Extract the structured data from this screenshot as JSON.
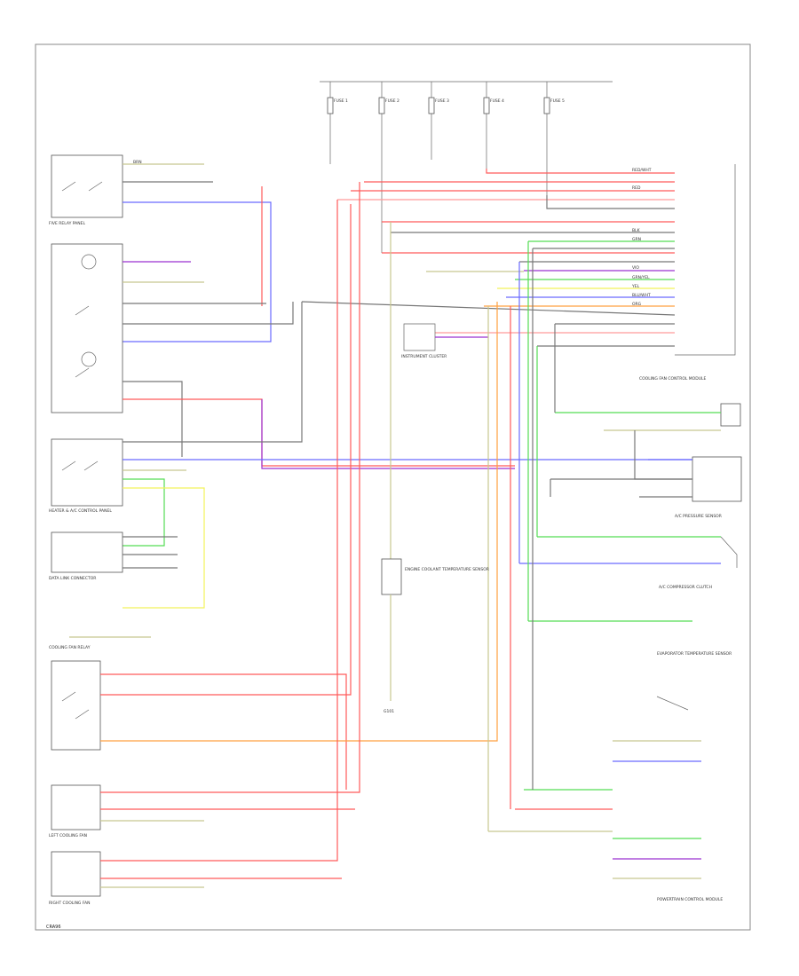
{
  "page_code": "CRA96",
  "components": {
    "relay_panel": "FIVE RELAY PANEL",
    "instrument_cluster": "INSTRUMENT CLUSTER",
    "heater_control_panel": "HEATER & A/C CONTROL PANEL",
    "pressure_sensor": "A/C PRESSURE SENSOR",
    "compressor_clutch": "A/C COMPRESSOR CLUTCH",
    "left_fan": "LEFT COOLING FAN",
    "right_fan": "RIGHT COOLING FAN",
    "coolant_temp_sensor": "ENGINE COOLANT TEMPERATURE SENSOR",
    "evap_sensor": "EVAPORATOR TEMPERATURE SENSOR",
    "dlc": "DATA LINK CONNECTOR",
    "pcm": "POWERTRAIN CONTROL MODULE",
    "cooling_fan_control_module": "COOLING FAN CONTROL MODULE",
    "fan_relay": "COOLING FAN RELAY",
    "ground": "G101"
  },
  "fuses": [
    {
      "id": "fuse-1",
      "label": "FUSE 1"
    },
    {
      "id": "fuse-2",
      "label": "FUSE 2"
    },
    {
      "id": "fuse-3",
      "label": "FUSE 3"
    },
    {
      "id": "fuse-4",
      "label": "FUSE 4"
    },
    {
      "id": "fuse-5",
      "label": "FUSE 5"
    }
  ],
  "wire_labels": {
    "red": "RED",
    "red_wht": "RED/WHT",
    "blu_wht": "BLU/WHT",
    "grn": "GRN",
    "grn_yel": "GRN/YEL",
    "yel": "YEL",
    "org": "ORG",
    "blk": "BLK",
    "vio": "VIO",
    "brn": "BRN"
  },
  "colors": {
    "red": "#ff5a5a",
    "pink": "#ff9a9a",
    "blue": "#6a6aff",
    "green": "#55dd55",
    "yellow": "#f2f25a",
    "orange": "#ffa040",
    "violet": "#9b30d0",
    "gray": "#777777",
    "olive": "#c8c890"
  }
}
